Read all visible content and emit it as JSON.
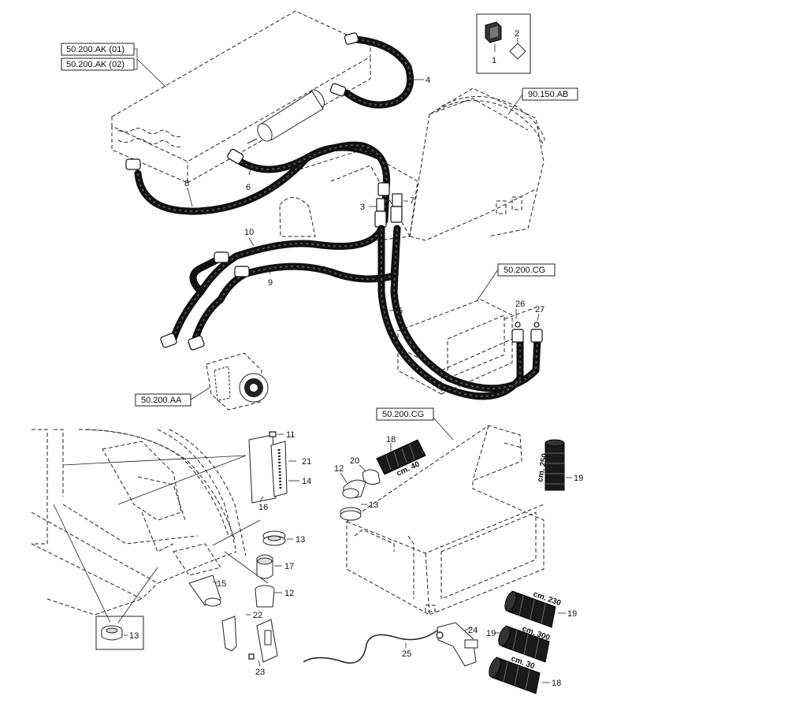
{
  "references": {
    "r1": "50.200.AK (01)",
    "r2": "50.200.AK (02)",
    "r3": "90.150.AB",
    "r4": "50.200.CG",
    "r5": "50.200.AA",
    "r6": "50.200.CG"
  },
  "callouts": {
    "c1": "1",
    "c2": "2",
    "c3": "3",
    "c4": "4",
    "c5": "5",
    "c6": "6",
    "c7": "7",
    "c8": "8",
    "c9": "9",
    "c10": "10",
    "c11": "11",
    "c12a": "12",
    "c12b": "12",
    "c13a": "13",
    "c13b": "13",
    "c13c": "13",
    "c14": "14",
    "c15": "15",
    "c16": "16",
    "c17": "17",
    "c18a": "18",
    "c18b": "18",
    "c19a": "19",
    "c19b": "19",
    "c19c": "19",
    "c20": "20",
    "c21": "21",
    "c22": "22",
    "c23": "23",
    "c24": "24",
    "c25": "25",
    "c26": "26",
    "c27": "27"
  },
  "sleeve_lengths": {
    "l40": "cm. 40",
    "l250": "cm. 250",
    "l230": "cm. 230",
    "l300": "cm. 300",
    "l30": "cm. 30"
  }
}
